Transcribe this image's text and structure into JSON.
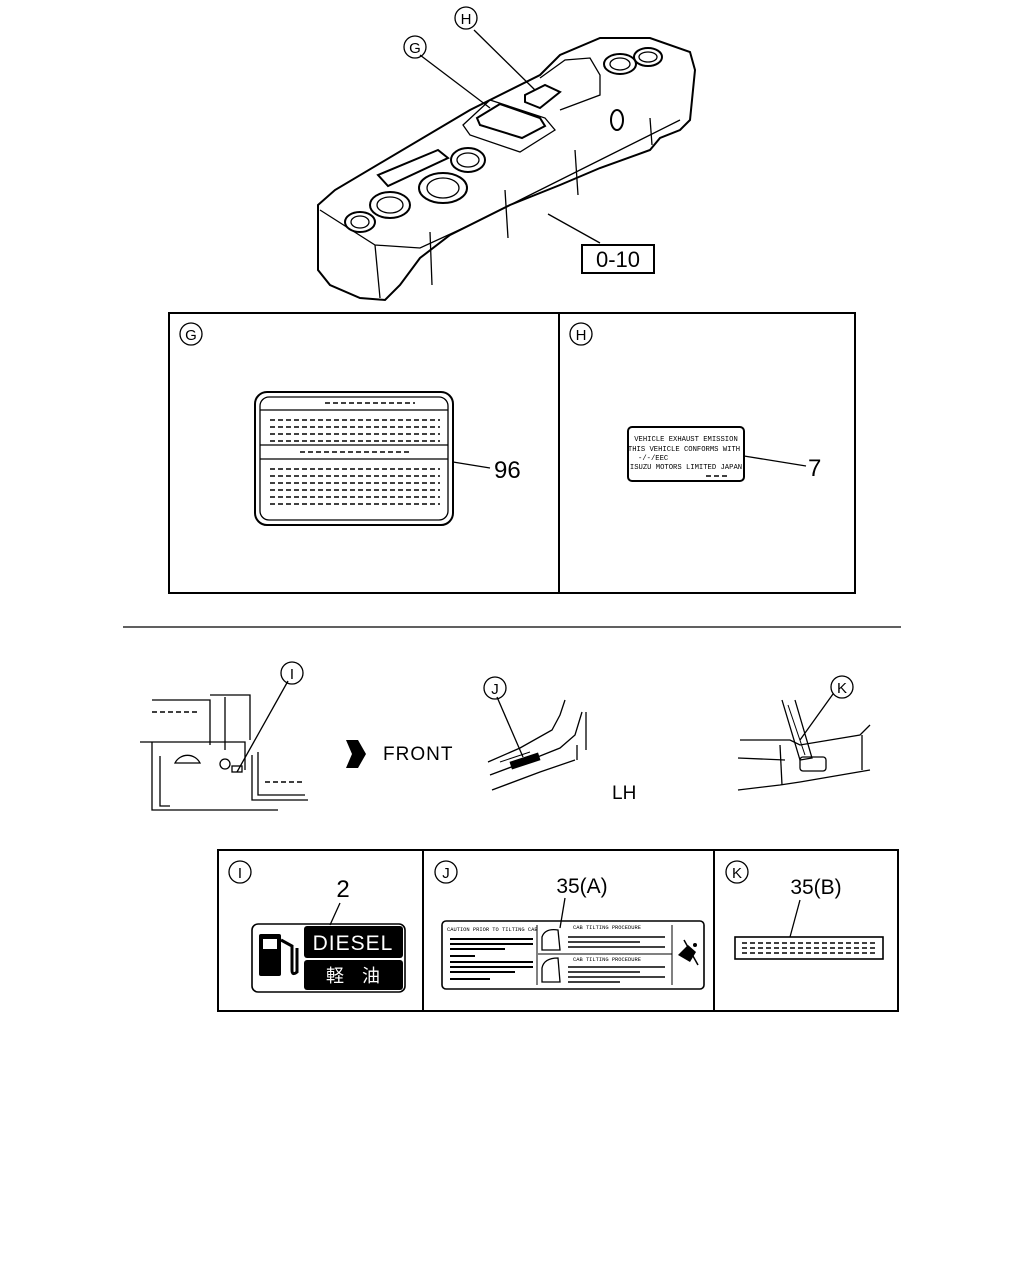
{
  "callouts": {
    "G": "G",
    "H": "H",
    "I": "I",
    "J": "J",
    "K": "K"
  },
  "reference_box": "0-10",
  "panel_G": {
    "part_number": "96"
  },
  "panel_H": {
    "part_number": "7",
    "label_lines": [
      "VEHICLE EXHAUST EMISSION",
      "THIS VEHICLE CONFORMS WITH",
      "-/-/EEC",
      "ISUZU MOTORS LIMITED JAPAN"
    ]
  },
  "view": {
    "direction_label": "FRONT",
    "side_label": "LH"
  },
  "panel_I": {
    "part_number": "2",
    "decal_top": "DIESEL",
    "decal_bottom": "軽　油"
  },
  "panel_J": {
    "part_number": "35(A)",
    "label_title_left": "CAUTION PRIOR TO TILTING CAB",
    "label_title_right_1": "CAB TILTING PROCEDURE",
    "label_title_right_2": "CAB TILTING PROCEDURE"
  },
  "panel_K": {
    "part_number": "35(B)"
  }
}
